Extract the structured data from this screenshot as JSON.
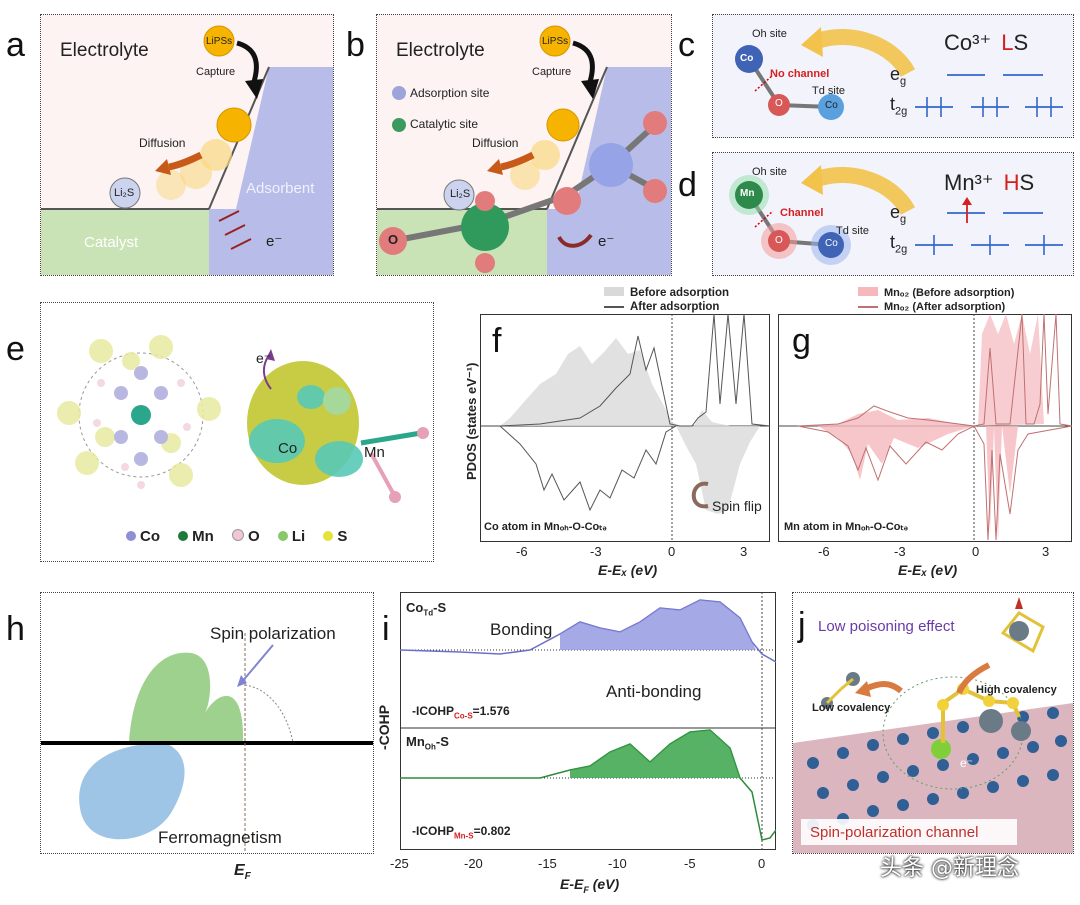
{
  "panels": {
    "a": {
      "letter": "a",
      "electrolyte": "Electrolyte",
      "lipss": "LiPSs",
      "capture": "Capture",
      "diffusion": "Diffusion",
      "li2s": "Li₂S",
      "adsorbent": "Adsorbent",
      "catalyst": "Catalyst",
      "electron": "e⁻"
    },
    "b": {
      "letter": "b",
      "electrolyte": "Electrolyte",
      "lipss": "LiPSs",
      "capture": "Capture",
      "adsorption_site": "Adsorption site",
      "catalytic_site": "Catalytic site",
      "diffusion": "Diffusion",
      "li2s": "Li₂S",
      "o": "O",
      "electron": "e⁻"
    },
    "c": {
      "letter": "c",
      "oh_site": "Oh site",
      "co": "Co",
      "no_channel": "No channel",
      "o": "O",
      "td_site": "Td site",
      "co2": "Co",
      "ion": "Co³⁺",
      "spin_state": "LS",
      "eg": "e",
      "eg_sub": "g",
      "t2g": "t",
      "t2g_sub": "2g"
    },
    "d": {
      "letter": "d",
      "oh_site": "Oh site",
      "mn": "Mn",
      "channel": "Channel",
      "o": "O",
      "td_site": "Td site",
      "co": "Co",
      "ion": "Mn³⁺",
      "spin_state": "HS",
      "eg": "e",
      "eg_sub": "g",
      "t2g": "t",
      "t2g_sub": "2g"
    },
    "e": {
      "letter": "e",
      "co_label": "Co",
      "mn_label": "Mn",
      "electron": "e⁻",
      "legend": [
        {
          "name": "Co",
          "color": "#8f8fd6"
        },
        {
          "name": "Mn",
          "color": "#1f7a3a"
        },
        {
          "name": "O",
          "color": "#f2c6d2"
        },
        {
          "name": "Li",
          "color": "#88c86a"
        },
        {
          "name": "S",
          "color": "#e3e33a"
        }
      ]
    },
    "f": {
      "letter": "f",
      "legend_before": "Before adsorption",
      "legend_after": "After adsorption",
      "ylabel": "PDOS (states eV⁻¹)",
      "caption": "Co atom in Mnₒₕ-O-Coₜₔ",
      "spin_flip": "Spin flip",
      "xlabel": "E-Eₓ (eV)",
      "ticks": [
        "-6",
        "-3",
        "0",
        "3"
      ]
    },
    "g": {
      "letter": "g",
      "legend_before": "Mnₒ₂ (Before adsorption)",
      "legend_after": "Mnₒ₂ (After adsorption)",
      "caption": "Mn atom in Mnₒₕ-O-Coₜₔ",
      "xlabel": "E-Eₓ (eV)",
      "ticks": [
        "-6",
        "-3",
        "0",
        "3"
      ]
    },
    "h": {
      "letter": "h",
      "spin_polarization": "Spin polarization",
      "ferromagnetism": "Ferromagnetism",
      "ef": "E",
      "ef_sub": "F"
    },
    "i": {
      "letter": "i",
      "top_title": "Co",
      "top_title_sub": "Td",
      "top_title_tail": "-S",
      "bonding": "Bonding",
      "anti_bonding": "Anti-bonding",
      "top_icohp": "-ICOHP",
      "top_icohp_sub": "Co-S",
      "top_icohp_val": "=1.576",
      "bottom_title": "Mn",
      "bottom_title_sub": "Oh",
      "bottom_title_tail": "-S",
      "bottom_icohp": "-ICOHP",
      "bottom_icohp_sub": "Mn-S",
      "bottom_icohp_val": "=0.802",
      "ylabel": "-COHP",
      "xlabel": "E-E",
      "xlabel_sub": "F",
      "xlabel_tail": " (eV)",
      "ticks": [
        "-25",
        "-20",
        "-15",
        "-10",
        "-5",
        "0"
      ]
    },
    "j": {
      "letter": "j",
      "low_poisoning": "Low poisoning effect",
      "low_covalency": "Low covalency",
      "high_covalency": "High covalency",
      "channel": "Spin-polarization channel",
      "electron": "e⁻"
    }
  },
  "watermark": "头条 @新理念",
  "colors": {
    "purple_fill": "#8f93e0",
    "green_fill": "#3aa54a",
    "pink_fill": "#f5b8bd",
    "gray_fill": "#d9d9d9",
    "red_text": "#d42020",
    "adsorbent": "#b7bde8",
    "catalyst": "#c9e3b7"
  }
}
